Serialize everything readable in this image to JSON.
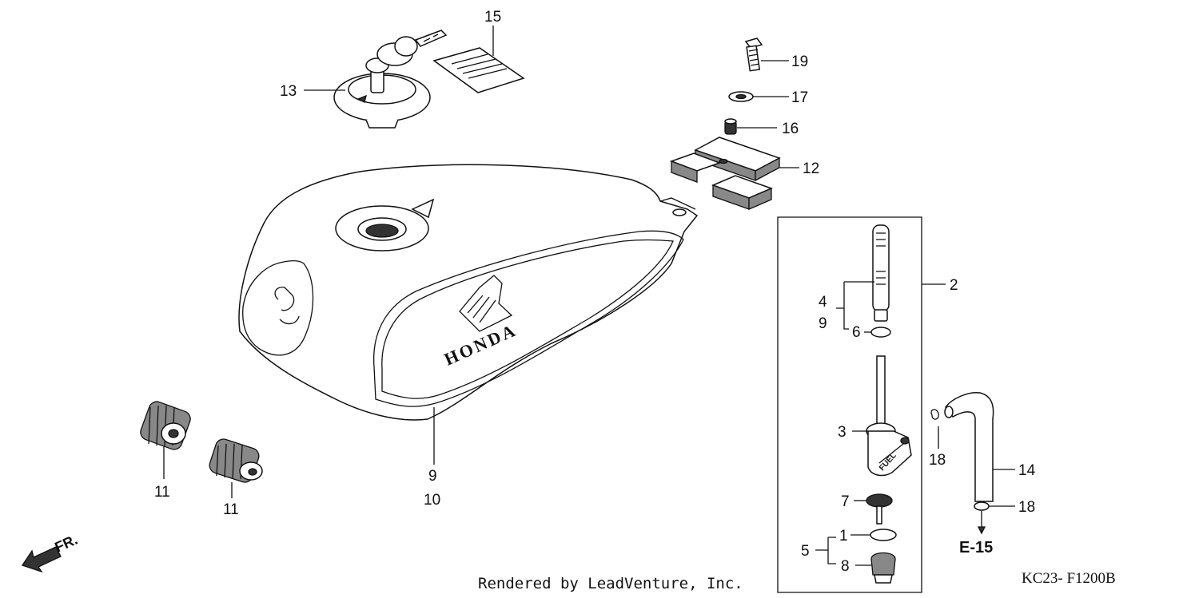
{
  "diagram": {
    "callouts": {
      "c1": "1",
      "c2": "2",
      "c3": "3",
      "c4": "4",
      "c5": "5",
      "c6": "6",
      "c7": "7",
      "c8": "8",
      "c9a": "9",
      "c9b": "9",
      "c10": "10",
      "c11a": "11",
      "c11b": "11",
      "c12": "12",
      "c13": "13",
      "c14": "14",
      "c15": "15",
      "c16": "16",
      "c17": "17",
      "c18a": "18",
      "c18b": "18",
      "c19": "19"
    },
    "reference": "E-15",
    "front_marker": "FR.",
    "tank_emblem": "HONDA",
    "petcock_label": "FUEL",
    "credit": "Rendered by LeadVenture, Inc.",
    "diagram_code": "KC23- F1200B"
  }
}
